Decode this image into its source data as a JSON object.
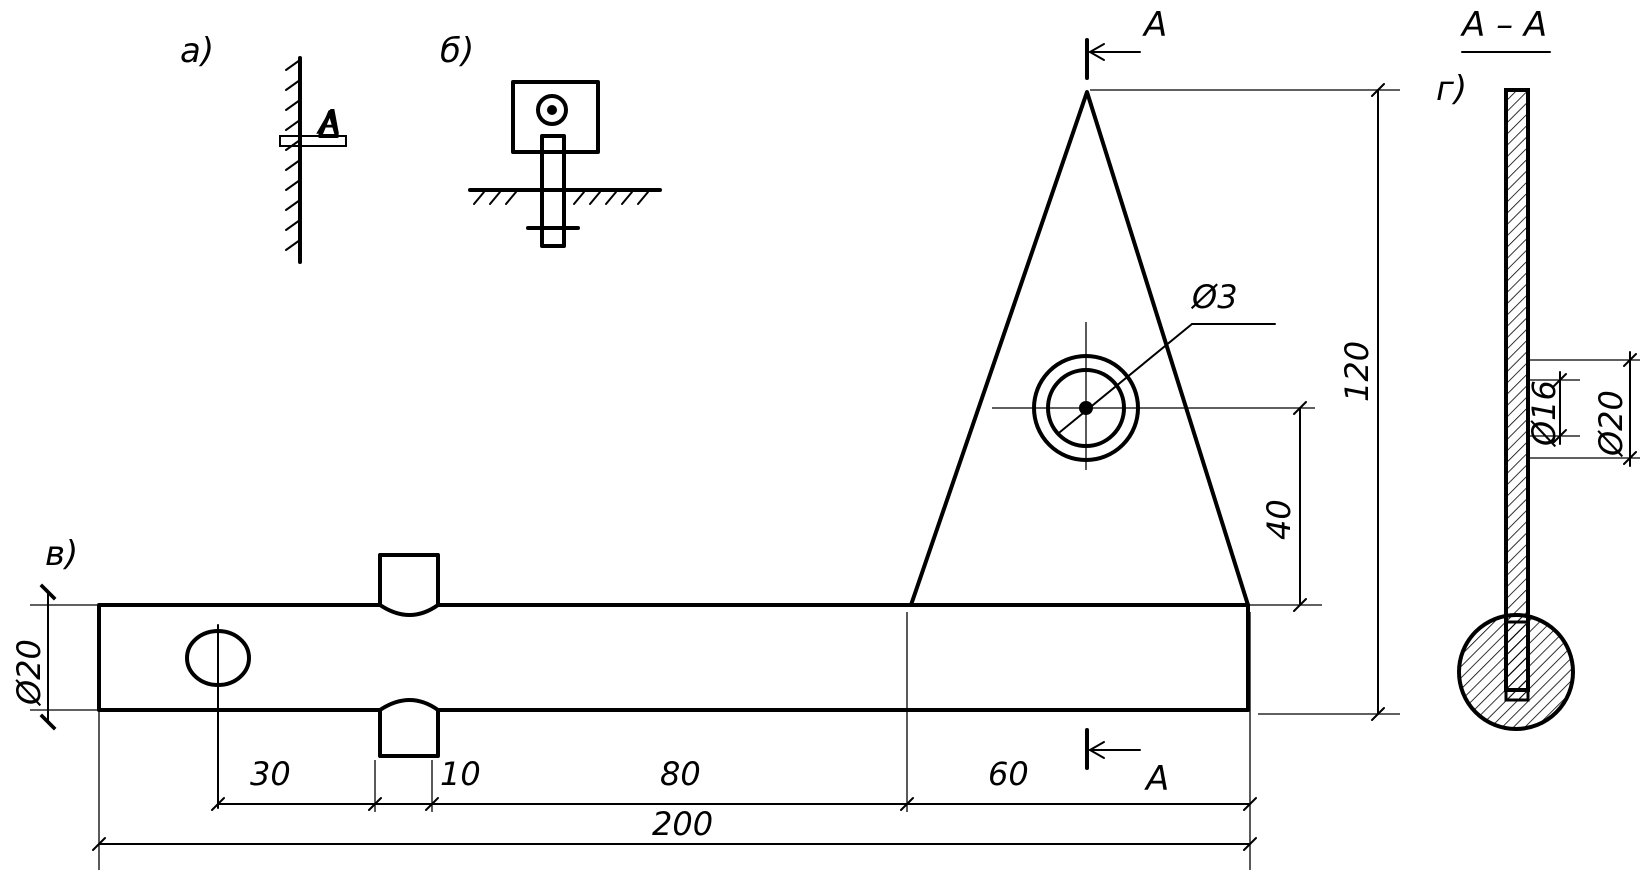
{
  "views": {
    "a": {
      "label": "а)",
      "marker": "A"
    },
    "b": {
      "label": "б)"
    },
    "v": {
      "label": "в)"
    },
    "g": {
      "label": "г)"
    }
  },
  "section": {
    "title": "A – A",
    "mark_top": "A",
    "mark_bottom": "A"
  },
  "dimensions": {
    "rod_diameter": "Ø20",
    "d30": "30",
    "d10": "10",
    "d80": "80",
    "d60": "60",
    "d200": "200",
    "d120": "120",
    "d40": "40",
    "hole": "Ø3",
    "inner_diameter": "Ø16",
    "outer_diameter": "Ø20"
  }
}
